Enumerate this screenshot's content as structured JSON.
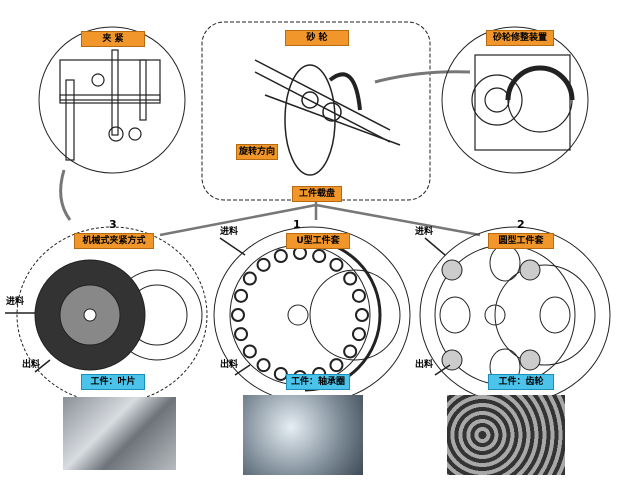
{
  "top": {
    "clamp": "夹 紧",
    "grinding_wheel": "砂 轮",
    "dresser": "砂轮修整装置",
    "rotation": "旋转方向",
    "carrier": "工件载盘"
  },
  "methods": [
    {
      "num": "3",
      "title": "机械式夹紧方式",
      "workpiece": "工件：叶片",
      "in": "进料",
      "out": "出料"
    },
    {
      "num": "1",
      "title": "U型工件套",
      "workpiece": "工件：轴承圈",
      "in": "进料",
      "out": "出料"
    },
    {
      "num": "2",
      "title": "圆型工件套",
      "workpiece": "工件：齿轮",
      "in": "进料",
      "out": "出料"
    }
  ],
  "colors": {
    "label_orange": "#f0962a",
    "label_blue": "#4cc3ea"
  }
}
